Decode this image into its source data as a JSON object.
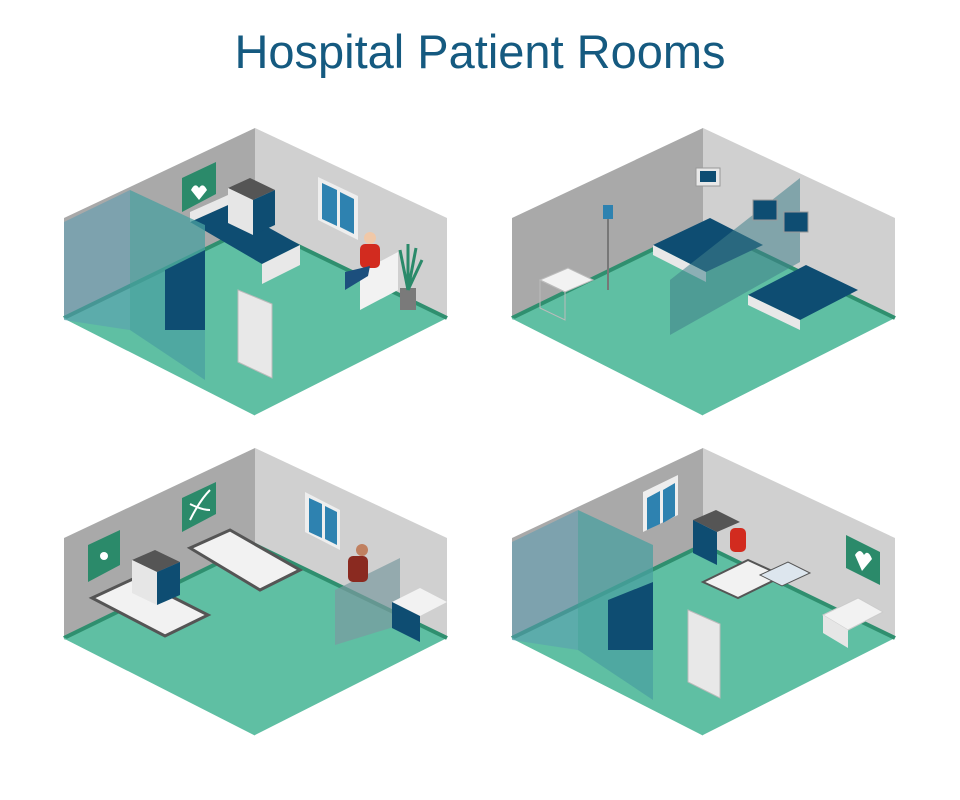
{
  "title": "Hospital Patient Rooms",
  "colors": {
    "title": "#155a80",
    "floor": "#5fbfa3",
    "floor_edge": "#2f8f6f",
    "left_wall": "#a9a9a9",
    "right_wall": "#d0d0d0",
    "navy": "#0e4d72",
    "sign_green": "#2b8a6a"
  },
  "rooms": [
    {
      "name": "room-with-bathroom-and-visitor",
      "sign_icon": "heart-pulse-icon"
    },
    {
      "name": "intensive-care-room",
      "sign_icon": "none"
    },
    {
      "name": "double-bed-room",
      "sign_icon": "dna-icon"
    },
    {
      "name": "maternity-room",
      "sign_icon": "heart-icon"
    }
  ]
}
